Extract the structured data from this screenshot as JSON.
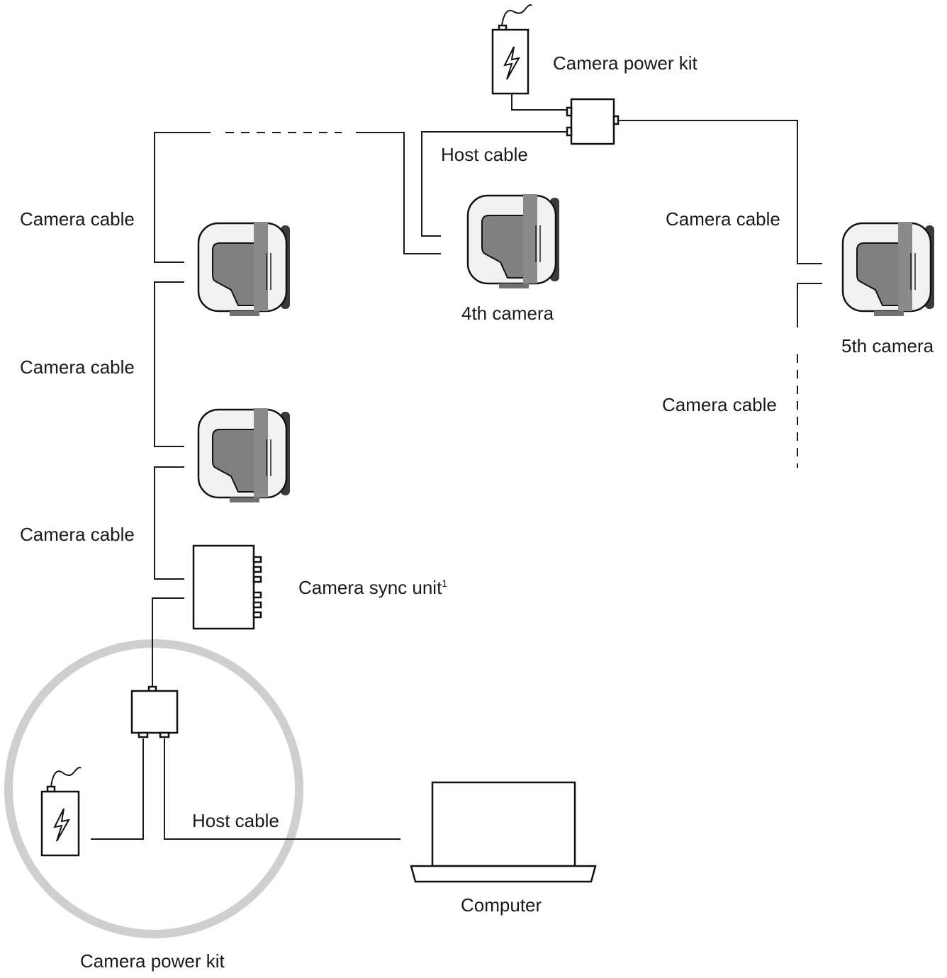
{
  "labels": {
    "camera_cable_1": "Camera cable",
    "camera_cable_2": "Camera cable",
    "camera_cable_3": "Camera cable",
    "camera_cable_4": "Camera cable",
    "camera_cable_5": "Camera cable",
    "host_cable_top": "Host cable",
    "host_cable_bottom": "Host cable",
    "power_kit_top": "Camera power kit",
    "power_kit_bottom": "Camera power kit",
    "camera_4": "4th camera",
    "camera_5": "5th camera",
    "sync_unit": "Camera sync unit",
    "sync_unit_footnote": "1",
    "computer": "Computer"
  },
  "icons": [
    "camera-icon",
    "power-supply-icon",
    "lightning-icon",
    "hub-icon",
    "sync-unit-icon",
    "laptop-icon"
  ],
  "colors": {
    "line": "#1a1a1a",
    "highlight_circle": "#cfcfcf",
    "camera_body": "#f2f2f2",
    "camera_panel": "#808080"
  }
}
